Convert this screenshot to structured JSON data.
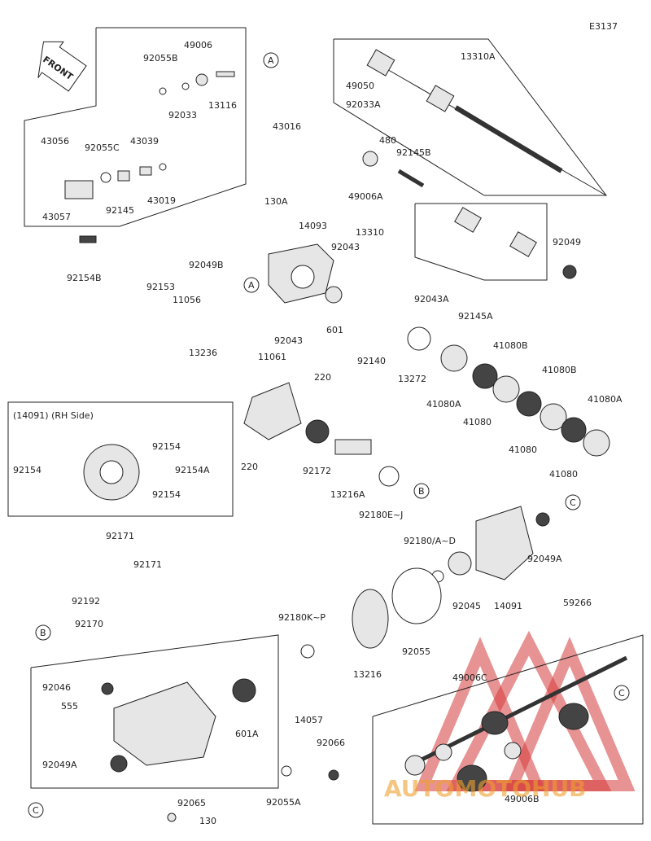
{
  "diagram_code": "E3137",
  "front_label": "FRONT",
  "rh_side_label": "(14091) (RH Side)",
  "watermark": "AUTOMOTOHUB",
  "circle_markers": [
    "A",
    "A",
    "B",
    "B",
    "C",
    "C",
    "C"
  ],
  "callouts": [
    "92055B",
    "49006",
    "13116",
    "92033",
    "43016",
    "43056",
    "92055C",
    "43039",
    "43057",
    "92145",
    "43019",
    "92154B",
    "13310A",
    "49050",
    "92033A",
    "480",
    "92145B",
    "49006A",
    "130A",
    "14093",
    "92043",
    "13310",
    "92049",
    "92049B",
    "92153",
    "11056",
    "601",
    "92043",
    "92043A",
    "92145A",
    "92140",
    "13272",
    "41080B",
    "41080A",
    "41080",
    "41080B",
    "41080",
    "41080A",
    "41080",
    "13236",
    "11061",
    "220",
    "220",
    "92172",
    "13216A",
    "92180E~J",
    "92154",
    "92154",
    "92154A",
    "92154",
    "92171",
    "92171",
    "92192",
    "92170",
    "92180/A~D",
    "92049A",
    "92045",
    "14091",
    "92055",
    "92180K~P",
    "13216",
    "59266",
    "92046",
    "555",
    "601A",
    "14057",
    "49006C",
    "92066",
    "92049A",
    "92055A",
    "92065",
    "130",
    "49006B"
  ]
}
